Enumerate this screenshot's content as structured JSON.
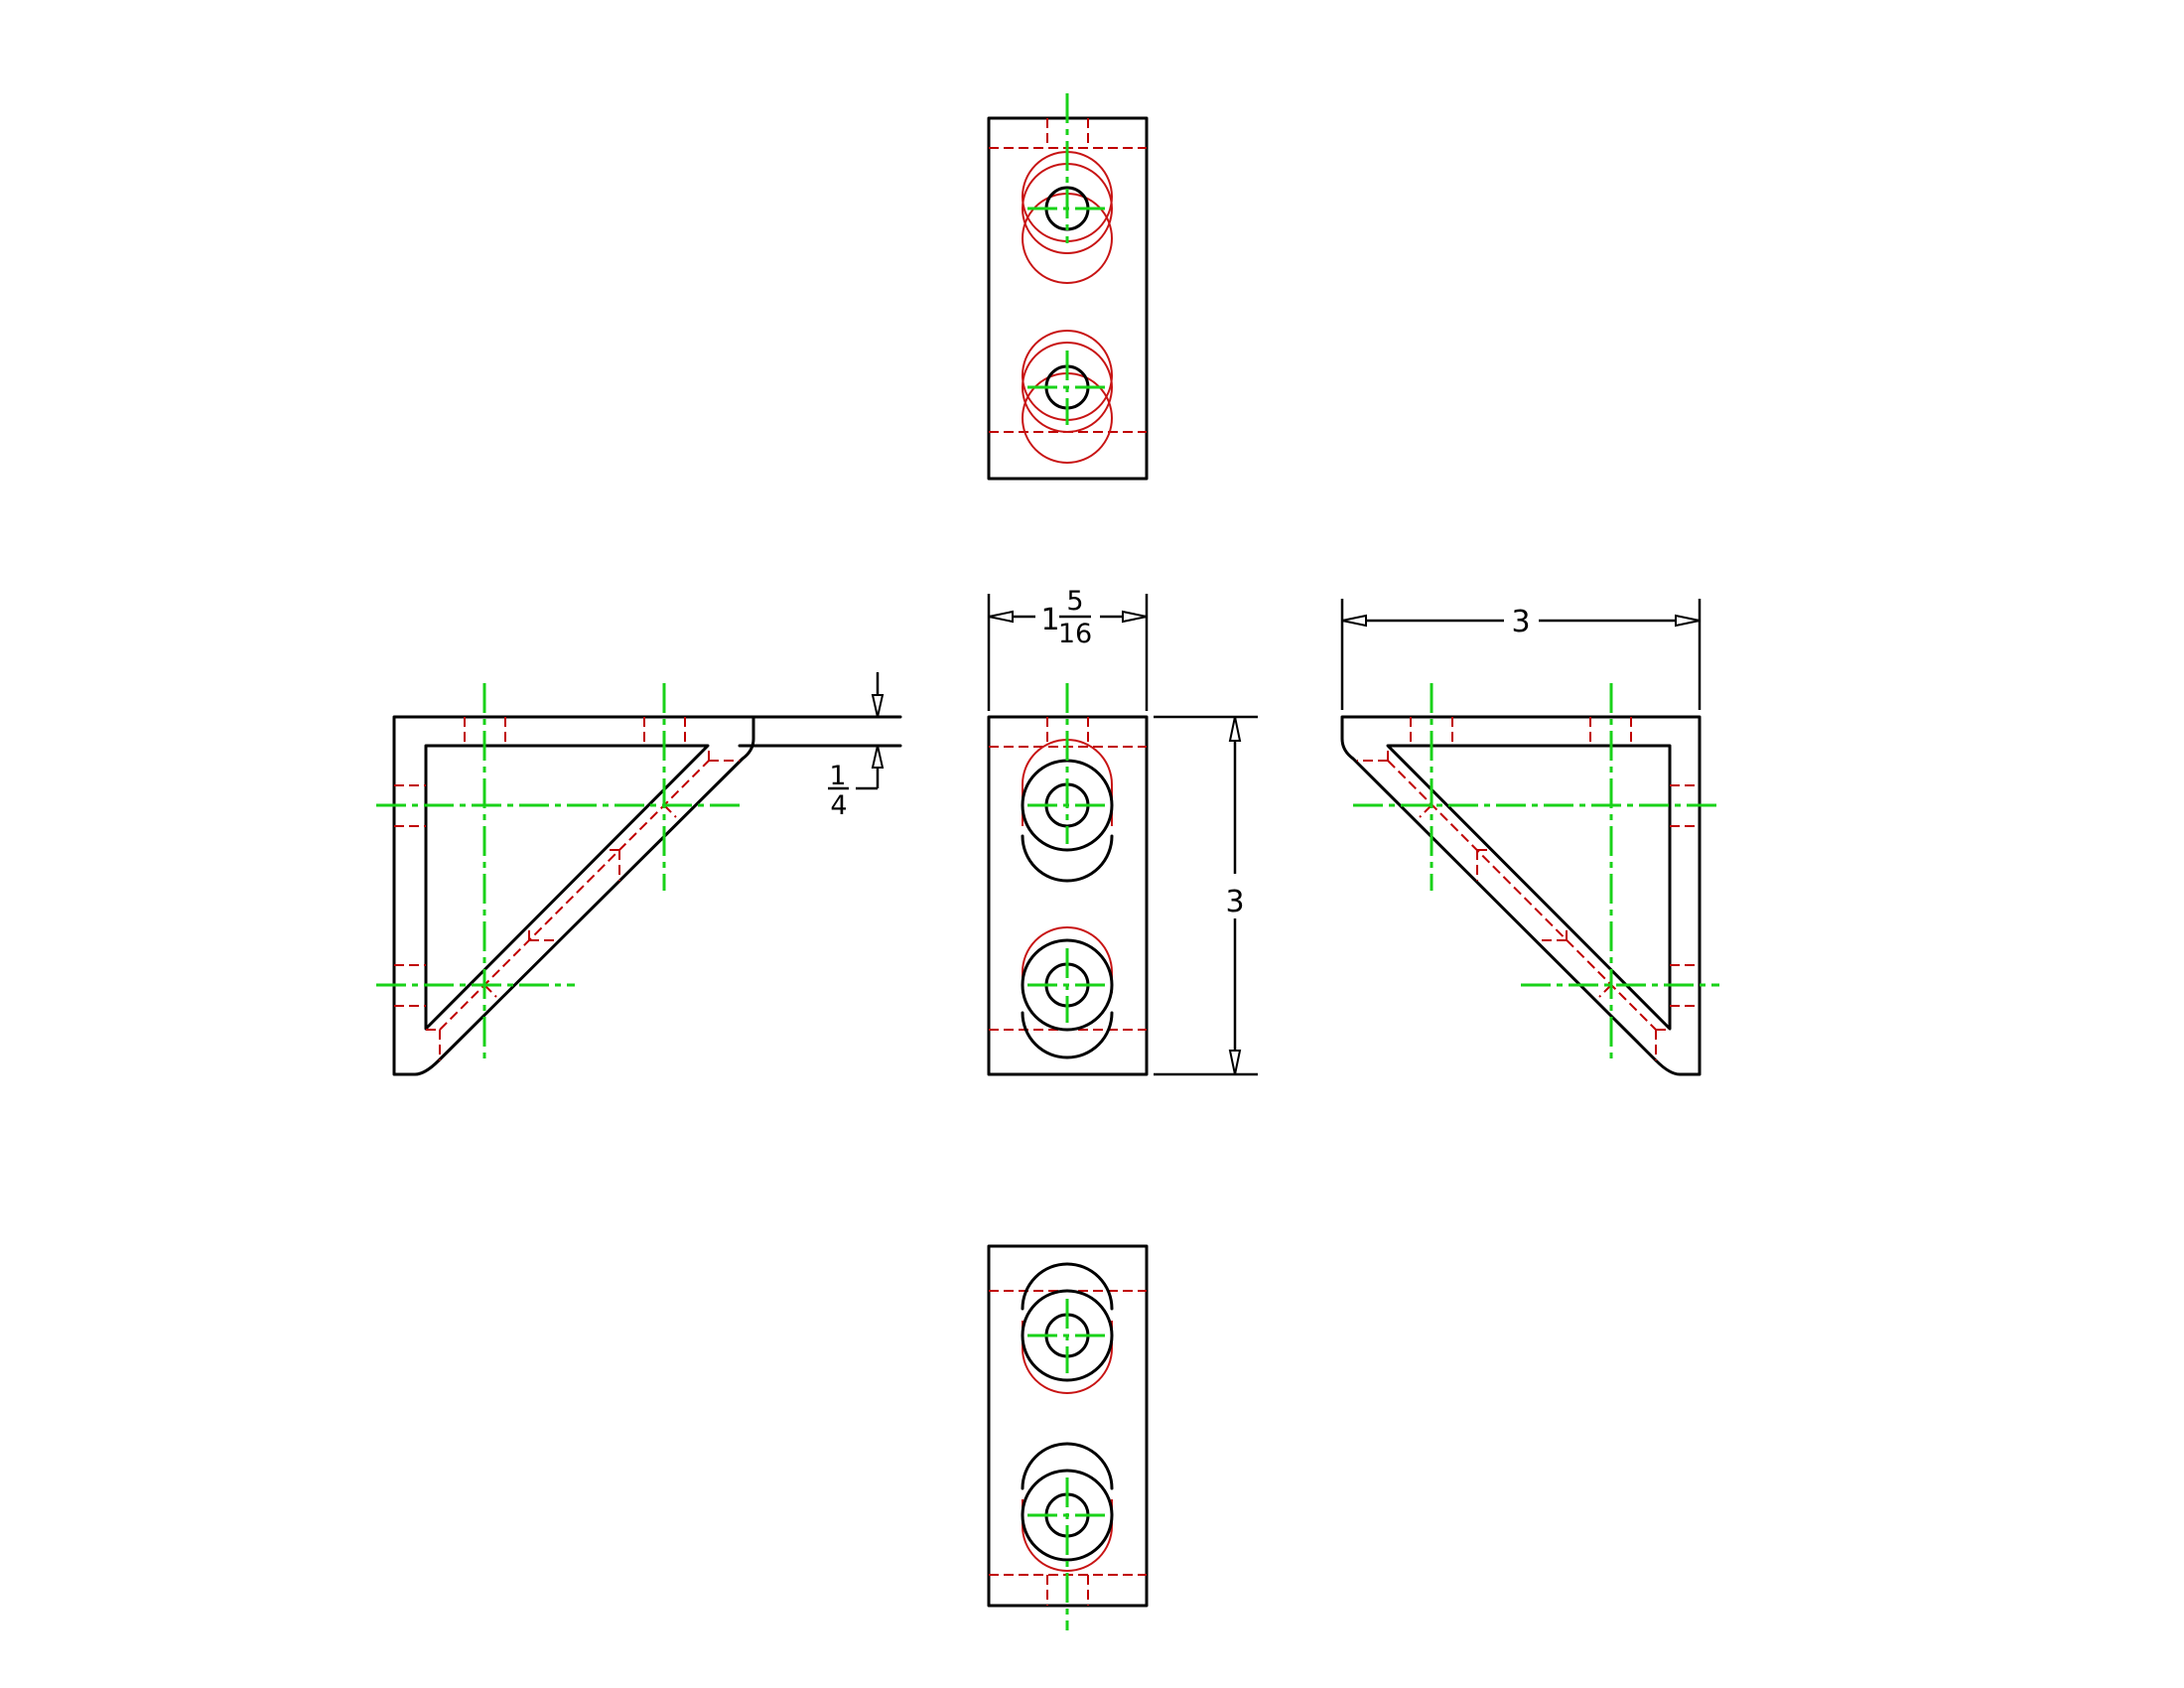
{
  "drawing": {
    "type": "orthographic multiview engineering drawing",
    "subject": "triangular gusset angle bracket with two counterbored holes per flange",
    "colors": {
      "object_lines": "#000000",
      "hidden_lines": "#c00000",
      "center_lines": "#19d219",
      "background": "#ffffff"
    },
    "views": [
      {
        "name": "top-view",
        "position": "top-center"
      },
      {
        "name": "left-side-view",
        "position": "middle-left"
      },
      {
        "name": "front-view",
        "position": "center"
      },
      {
        "name": "right-side-view",
        "position": "middle-right"
      },
      {
        "name": "bottom-view",
        "position": "bottom-center"
      }
    ]
  },
  "dimensions": {
    "width": {
      "whole": "1",
      "numerator": "5",
      "denominator": "16",
      "label": "1 5/16"
    },
    "height": {
      "value": "3"
    },
    "depth": {
      "value": "3"
    },
    "thickness": {
      "numerator": "1",
      "denominator": "4",
      "label": "1/4"
    }
  }
}
